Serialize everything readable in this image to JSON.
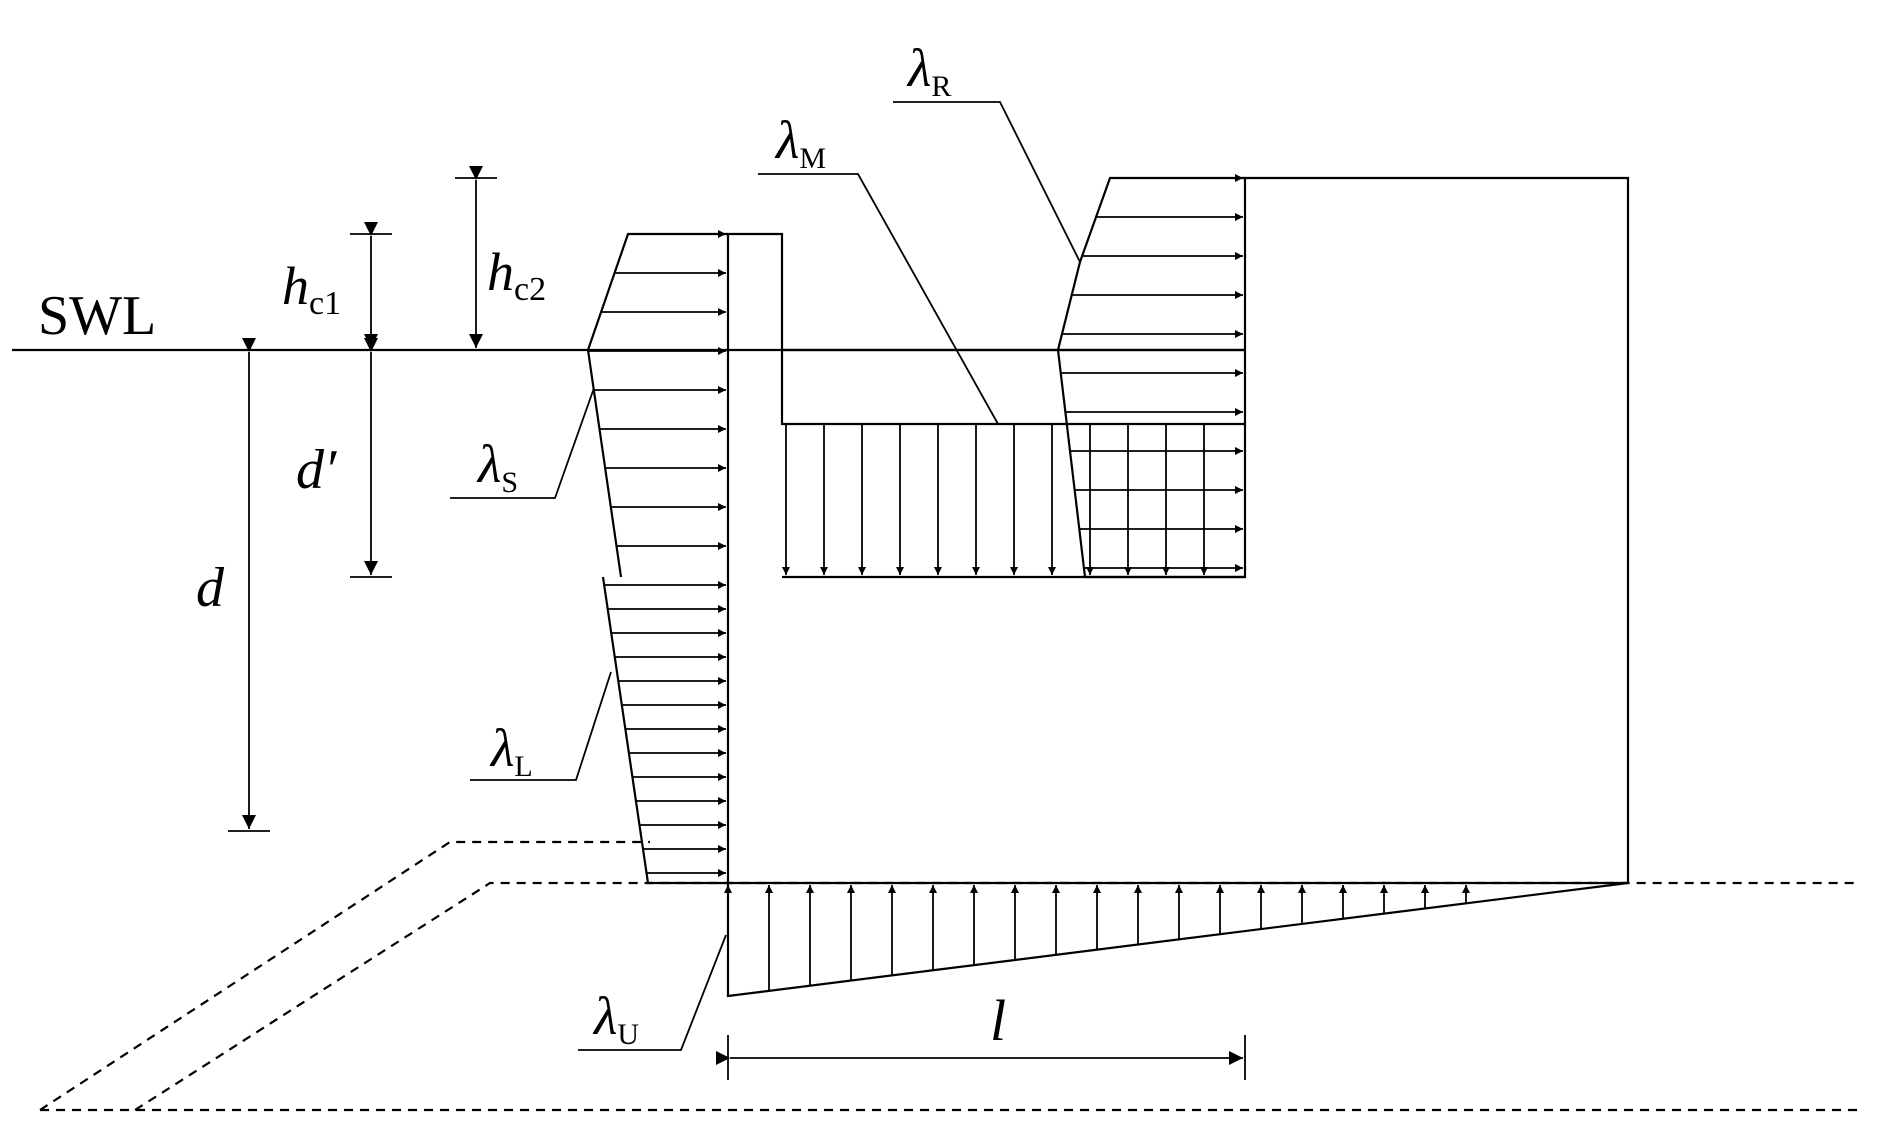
{
  "labels": {
    "swl": "SWL",
    "hc1_main": "h",
    "hc1_sub": "c1",
    "hc2_main": "h",
    "hc2_sub": "c2",
    "dprime": "d′",
    "d": "d",
    "l": "l",
    "lambda_s_main": "λ",
    "lambda_s_sub": "S",
    "lambda_l_main": "λ",
    "lambda_l_sub": "L",
    "lambda_m_main": "λ",
    "lambda_m_sub": "M",
    "lambda_r_main": "λ",
    "lambda_r_sub": "R",
    "lambda_u_main": "λ",
    "lambda_u_sub": "U"
  }
}
